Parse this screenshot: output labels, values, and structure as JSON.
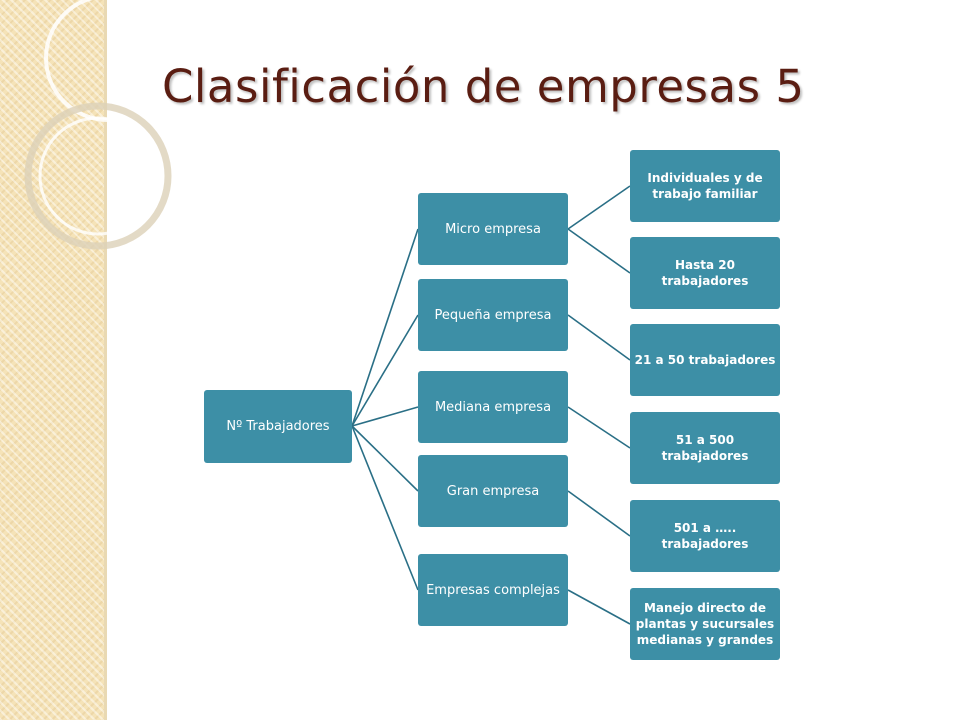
{
  "slide": {
    "title": "Clasificación de empresas 5"
  },
  "diagram": {
    "root": {
      "label": "Nº Trabajadores"
    },
    "categories": [
      {
        "label": "Micro empresa"
      },
      {
        "label": "Pequeña empresa"
      },
      {
        "label": "Mediana empresa"
      },
      {
        "label": "Gran empresa"
      },
      {
        "label": "Empresas complejas"
      }
    ],
    "leaves": [
      {
        "label": "Individuales y de trabajo familiar"
      },
      {
        "label": "Hasta 20 trabajadores"
      },
      {
        "label": "21 a 50 trabajadores"
      },
      {
        "label": "51 a 500 trabajadores"
      },
      {
        "label": "501 a ….. trabajadores"
      },
      {
        "label": "Manejo directo de plantas y sucursales medianas y grandes"
      }
    ]
  },
  "colors": {
    "node_fill": "#3d8fa6",
    "connector": "#2a6f86",
    "title": "#5a1d12",
    "strip": "#f5e3b8"
  }
}
